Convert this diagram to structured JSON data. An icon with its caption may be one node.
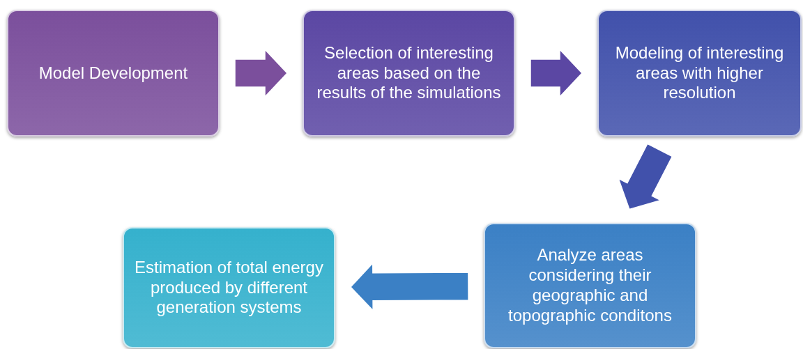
{
  "diagram": {
    "nodes": [
      {
        "text": [
          "Model Development"
        ]
      },
      {
        "text": [
          "Selection of interesting areas based on the results of the simulations"
        ]
      },
      {
        "text": [
          "Modeling of interesting areas with higher resolution"
        ]
      },
      {
        "text": [
          "Analyze areas considering their geographic and topographic conditons"
        ]
      },
      {
        "text": [
          "Estimation of total energy produced by different generation systems"
        ]
      }
    ],
    "edges": [
      {
        "from": 0,
        "to": 1,
        "arrow": "to"
      },
      {
        "from": 1,
        "to": 2,
        "arrow": "to"
      },
      {
        "from": 2,
        "to": 3,
        "arrow": "to"
      },
      {
        "from": 3,
        "to": 4,
        "arrow": "to"
      }
    ]
  }
}
